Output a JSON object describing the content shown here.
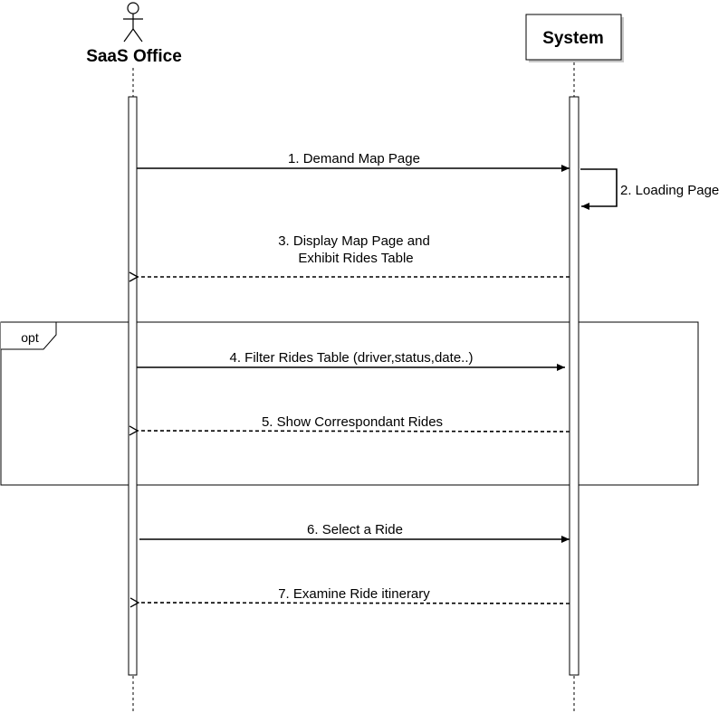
{
  "participants": {
    "actor": {
      "name": "SaaS Office"
    },
    "system": {
      "name": "System"
    }
  },
  "fragment": {
    "operator": "opt"
  },
  "messages": [
    {
      "label": "1. Demand Map Page",
      "kind": "sync"
    },
    {
      "label": "2. Loading Page",
      "kind": "self"
    },
    {
      "label": "3. Display Map Page and",
      "label2": "Exhibit Rides Table",
      "kind": "return"
    },
    {
      "label": "4. Filter Rides Table (driver,status,date..)",
      "kind": "sync"
    },
    {
      "label": "5. Show Correspondant Rides",
      "kind": "return"
    },
    {
      "label": "6. Select a Ride",
      "kind": "sync"
    },
    {
      "label": "7. Examine Ride itinerary",
      "kind": "return"
    }
  ]
}
